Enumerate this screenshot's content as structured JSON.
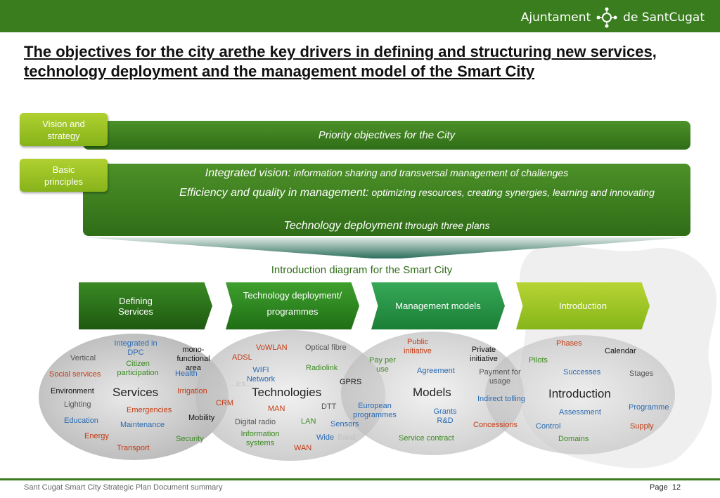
{
  "header": {
    "brand_left": "Ajuntament",
    "brand_right": "de SantCugat",
    "brand_color": "#3a7d1e"
  },
  "title": "The objectives for the city arethe key drivers in defining and structuring new services, technology deployment and the management model of the Smart City",
  "tags": {
    "vision": "Vision and strategy",
    "basic": "Basic principles"
  },
  "bars": {
    "priority": "Priority objectives for the City",
    "line1_lead": "Integrated vision:",
    "line1_rest": " information sharing and transversal management of challenges",
    "line2_lead": "Efficiency and quality in management:",
    "line2_rest": " optimizing resources, creating synergies, learning and innovating",
    "line3_lead": "Technology deployment",
    "line3_rest": " through three plans"
  },
  "diagram_title": "Introduction diagram for the Smart City",
  "chevrons": {
    "c1": "Defining Services",
    "c2a": "Technology deployment/",
    "c2b": "programmes",
    "c3": "Management models",
    "c4": "Introduction"
  },
  "circles": {
    "services": "Services",
    "technologies": "Technologies",
    "models": "Models",
    "introduction": "Introduction"
  },
  "words": {
    "integrated_dpc": "Integrated in DPC",
    "vertical": "Vertical",
    "mono_functional": "mono-functional area",
    "citizen_participation": "Citizen participation",
    "social_services": "Social services",
    "health": "Health",
    "environment": "Environment",
    "irrigation": "Irrigation",
    "lighting": "Lighting",
    "emergencies": "Emergencies",
    "education": "Education",
    "mobility": "Mobility",
    "maintenance": "Maintenance",
    "energy": "Energy",
    "security": "Security",
    "transport": "Transport",
    "vowlan": "VoWLAN",
    "optical_fibre": "Optical fibre",
    "adsl": "ADSL",
    "wifi_network": "WIFI Network",
    "radiolink": "Radiolink",
    "gprs": "GPRS",
    "crm": "CRM",
    "man": "MAN",
    "dtt": "DTT",
    "digital_radio": "Digital radio",
    "lan": "LAN",
    "info_systems": "Information systems",
    "wide": "Wide",
    "band": "Band",
    "wan": "WAN",
    "faint_overlap": "Inte... ...ics...",
    "public_initiative": "Public initiative",
    "pay_per_use": "Pay per use",
    "private_initiative": "Private initiative",
    "agreement": "Agreement",
    "payment_for_usage": "Payment for usage",
    "european_programmes": "European programmes",
    "indirect_tolling": "Indirect tolling",
    "sensors": "Sensors",
    "grants_rd": "Grants R&D",
    "concessions": "Concessions",
    "service_contract": "Service contract",
    "phases": "Phases",
    "calendar": "Calendar",
    "pilots": "Pilots",
    "successes": "Successes",
    "stages": "Stages",
    "programme": "Programme",
    "assessment": "Assessment",
    "control": "Control",
    "supply": "Supply",
    "domains": "Domains"
  },
  "footer": {
    "left": "Sant Cugat Smart City Strategic Plan Document summary",
    "page_label": "Page",
    "page_number": "12"
  }
}
